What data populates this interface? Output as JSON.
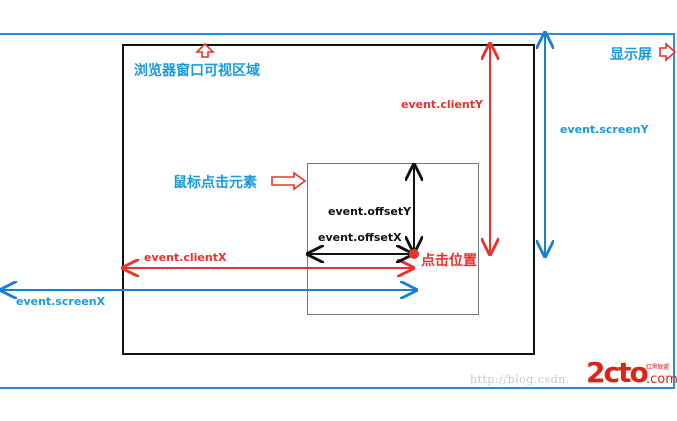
{
  "labels": {
    "display_screen": "显示屏",
    "browser_viewport": "浏览器窗口可视区域",
    "mouse_click_element": "鼠标点击元素",
    "click_position": "点击位置",
    "client_x": "event.clientX",
    "client_y": "event.clientY",
    "screen_x": "event.screenX",
    "screen_y": "event.screenY",
    "offset_x": "event.offsetX",
    "offset_y": "event.offsetY"
  },
  "watermark": {
    "url": "http://blog.csdn.",
    "logo_main": "2cto",
    "logo_suffix": ".com",
    "logo_small": "红黑联盟"
  },
  "colors": {
    "screen": "#2b8fd6",
    "viewport": "#111111",
    "client": "#e8322e",
    "offset": "#111111",
    "screen_arrows": "#1a7fd0",
    "label_blue": "#1a9bd7",
    "label_red": "#e8322e"
  }
}
